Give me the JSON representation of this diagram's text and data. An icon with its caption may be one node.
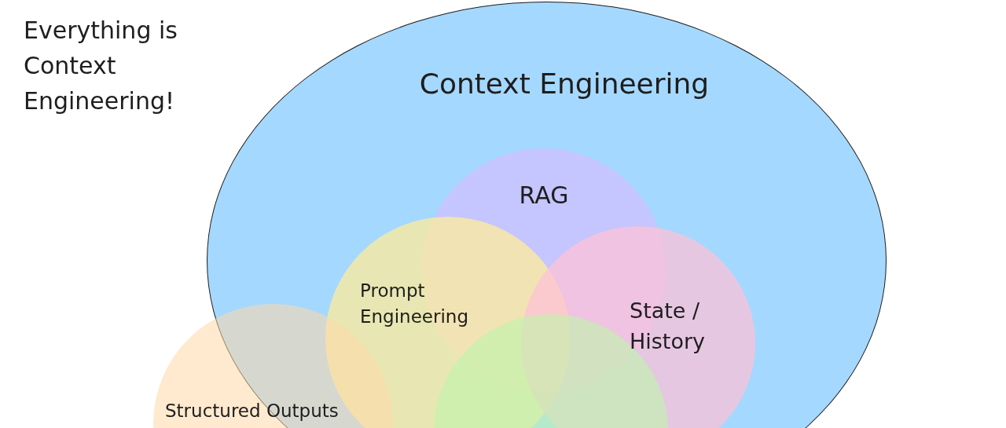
{
  "diagram": {
    "title": "Everything is Context Engineering!",
    "nodes": [
      {
        "text": [
          "Context Engineering"
        ]
      },
      {
        "text": [
          "RAG"
        ],
        "in": 0
      },
      {
        "text": [
          "Prompt Engineering"
        ],
        "in": 0
      },
      {
        "text": [
          "State / History"
        ],
        "in": 0
      },
      {
        "text": [],
        "shape": "circle"
      },
      {
        "text": [
          "Structured Outputs"
        ]
      }
    ],
    "edges": []
  }
}
